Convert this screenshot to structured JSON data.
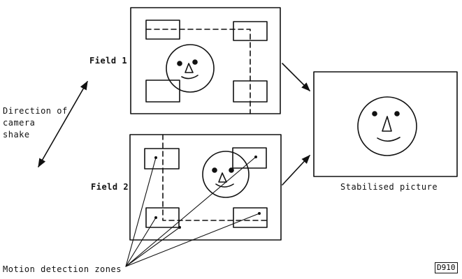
{
  "labels": {
    "field1": "Field 1",
    "field2": "Field 2",
    "direction_lines": [
      "Direction of",
      "camera",
      "shake"
    ],
    "stabilised": "Stabilised picture",
    "motion_zones": "Motion detection zones",
    "figure_code": "D910"
  },
  "colors": {
    "ink": "#111111",
    "background": "#ffffff"
  }
}
